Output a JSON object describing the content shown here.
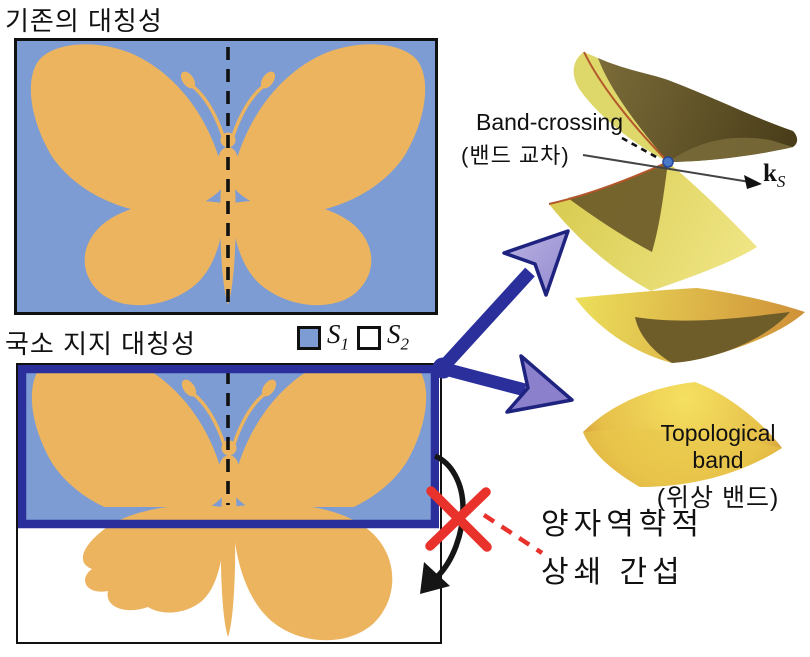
{
  "figure": {
    "panel_conventional": {
      "title": "기존의 대칭성"
    },
    "panel_local": {
      "title": "국소 지지 대칭성",
      "legend": [
        {
          "symbol": "S",
          "sub": "1",
          "color": "#7d9cd3"
        },
        {
          "symbol": "S",
          "sub": "2",
          "color": "#ffffff"
        }
      ]
    },
    "band_crossing": {
      "label_en": "Band-crossing",
      "label_kr": "(밴드 교차)",
      "axis_main": "k",
      "axis_sub": "S"
    },
    "topological_band": {
      "label_en_line1": "Topological",
      "label_en_line2": "band",
      "label_kr": "(위상 밴드)"
    },
    "interference": {
      "line1": "양자역학적",
      "line2": "상쇄 간섭"
    },
    "colors": {
      "background_blue": "#7d9cd3",
      "butterfly_orange": "#ecb45f",
      "arrow_blue": "#2a2f9c",
      "arrowhead_purple": "#978dd1",
      "x_red": "#e8322b",
      "band_yellow": "#e9de62",
      "band_olive": "#5a4c20",
      "band_orange": "#cf9038"
    }
  }
}
